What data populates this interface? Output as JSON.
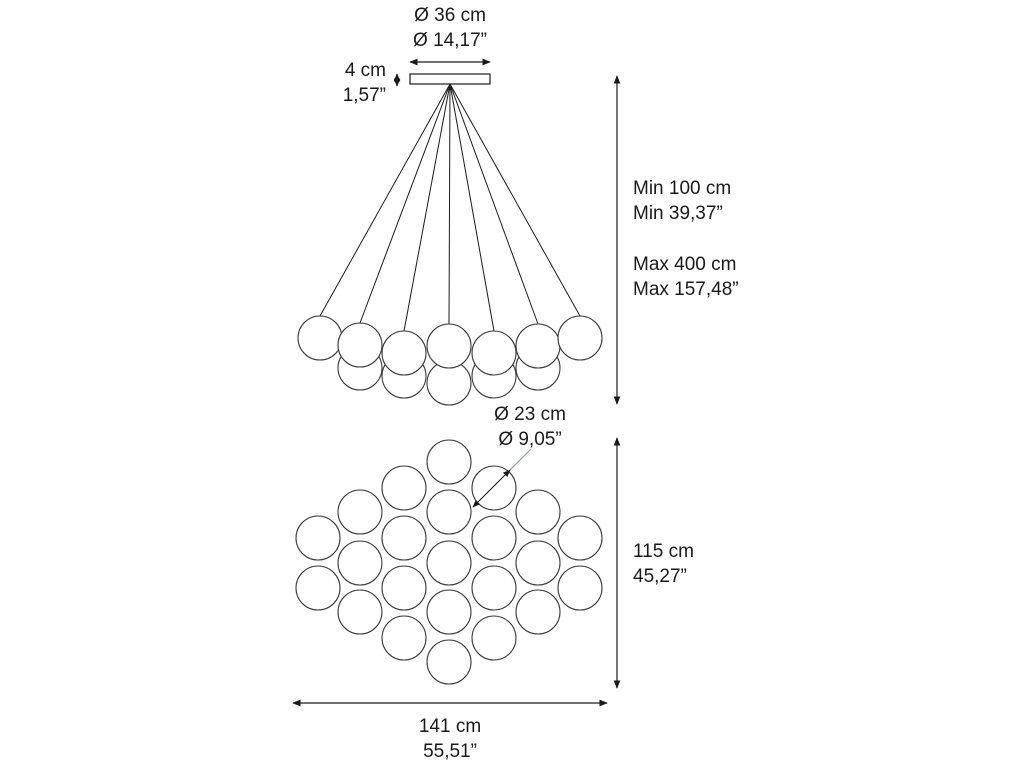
{
  "dimensions": {
    "canopy_diameter": {
      "metric": "Ø 36 cm",
      "imperial": "Ø 14,17”"
    },
    "canopy_height": {
      "metric": "4 cm",
      "imperial": "1,57”"
    },
    "drop_length": {
      "min_metric": "Min 100 cm",
      "min_imperial": "Min 39,37”",
      "max_metric": "Max 400 cm",
      "max_imperial": "Max 157,48”"
    },
    "sphere_diameter": {
      "metric": "Ø 23 cm",
      "imperial": "Ø 9,05”"
    },
    "cluster_depth": {
      "metric": "115 cm",
      "imperial": "45,27”"
    },
    "cluster_width": {
      "metric": "141 cm",
      "imperial": "55,51”"
    }
  },
  "colors": {
    "line": "#1a1a1a",
    "sphere_stroke": "#3a3a3a",
    "accent": "#9aa0a6"
  }
}
